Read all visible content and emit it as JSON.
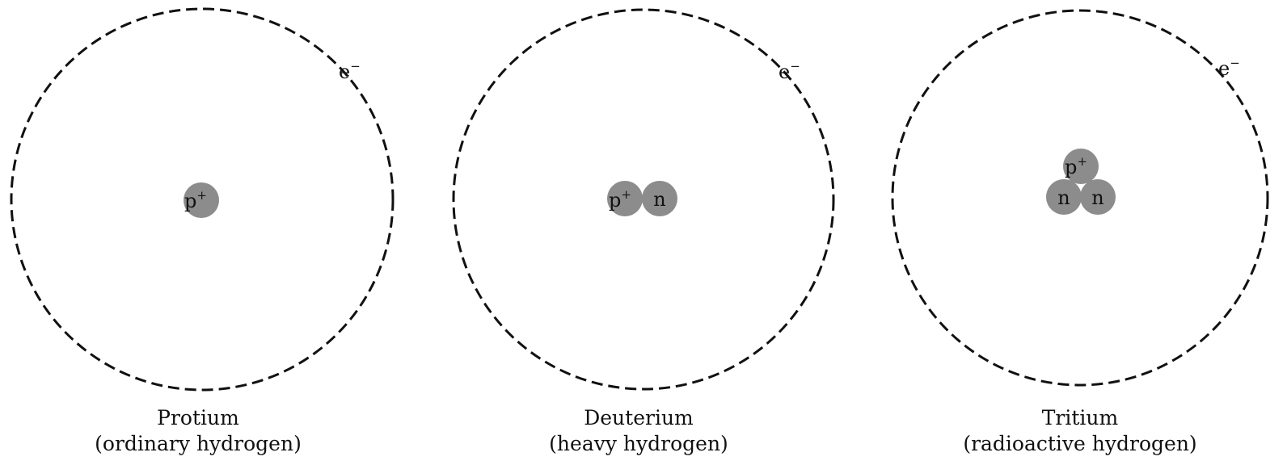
{
  "symbols": {
    "proton": "p",
    "proton_charge": "+",
    "neutron": "n",
    "electron": "e",
    "electron_charge": "−"
  },
  "isotopes": [
    {
      "name": "Protium",
      "subtitle": "(ordinary hydrogen)",
      "protons": 1,
      "neutrons": 0
    },
    {
      "name": "Deuterium",
      "subtitle": "(heavy hydrogen)",
      "protons": 1,
      "neutrons": 1
    },
    {
      "name": "Tritium",
      "subtitle": "(radioactive hydrogen)",
      "protons": 1,
      "neutrons": 2
    }
  ]
}
